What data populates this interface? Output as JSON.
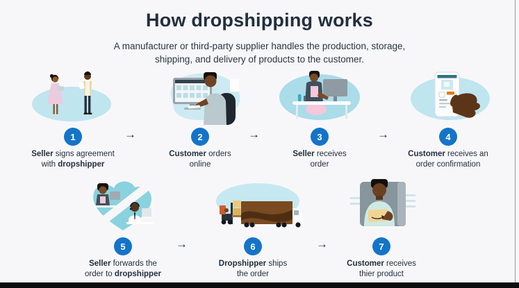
{
  "page": {
    "title": "How dropshipping works",
    "subtitle_line1": "A manufacturer or third-party supplier handles the production, storage,",
    "subtitle_line2": "shipping, and delivery of products to the customer."
  },
  "colors": {
    "accent_blue": "#1474c9",
    "text_navy": "#232f3e",
    "background": "#f7f7f9",
    "blob_light_blue": "#bfe5ef",
    "bottom_bar": "#0c0c0c"
  },
  "arrow_glyph": "→",
  "steps": [
    {
      "number": "1",
      "illustration": "two-people-agreement-illustration",
      "line1": [
        {
          "text": "Seller",
          "bold": true
        },
        {
          "text": " signs agreement",
          "bold": false
        }
      ],
      "line2": [
        {
          "text": "with ",
          "bold": false
        },
        {
          "text": "dropshipper",
          "bold": true
        }
      ]
    },
    {
      "number": "2",
      "illustration": "customer-at-computer-illustration",
      "line1": [
        {
          "text": "Customer",
          "bold": true
        },
        {
          "text": " orders",
          "bold": false
        }
      ],
      "line2": [
        {
          "text": "online",
          "bold": false
        }
      ]
    },
    {
      "number": "3",
      "illustration": "seller-at-desk-illustration",
      "line1": [
        {
          "text": "Seller",
          "bold": true
        },
        {
          "text": " receives",
          "bold": false
        }
      ],
      "line2": [
        {
          "text": "order",
          "bold": false
        }
      ]
    },
    {
      "number": "4",
      "illustration": "hand-holding-phone-illustration",
      "line1": [
        {
          "text": "Customer",
          "bold": true
        },
        {
          "text": " receives an",
          "bold": false
        }
      ],
      "line2": [
        {
          "text": "order confirmation",
          "bold": false
        }
      ]
    },
    {
      "number": "5",
      "illustration": "seller-forwarding-order-illustration",
      "line1": [
        {
          "text": "Seller",
          "bold": true
        },
        {
          "text": " forwards the",
          "bold": false
        }
      ],
      "line2": [
        {
          "text": "order to ",
          "bold": false
        },
        {
          "text": "dropshipper",
          "bold": true
        }
      ]
    },
    {
      "number": "6",
      "illustration": "delivery-truck-illustration",
      "line1": [
        {
          "text": "Dropshipper",
          "bold": true
        },
        {
          "text": " ships",
          "bold": false
        }
      ],
      "line2": [
        {
          "text": "the order",
          "bold": false
        }
      ]
    },
    {
      "number": "7",
      "illustration": "customer-holding-package-illustration",
      "line1": [
        {
          "text": "Customer",
          "bold": true
        },
        {
          "text": " receives",
          "bold": false
        }
      ],
      "line2": [
        {
          "text": "thier product",
          "bold": false
        }
      ]
    }
  ]
}
